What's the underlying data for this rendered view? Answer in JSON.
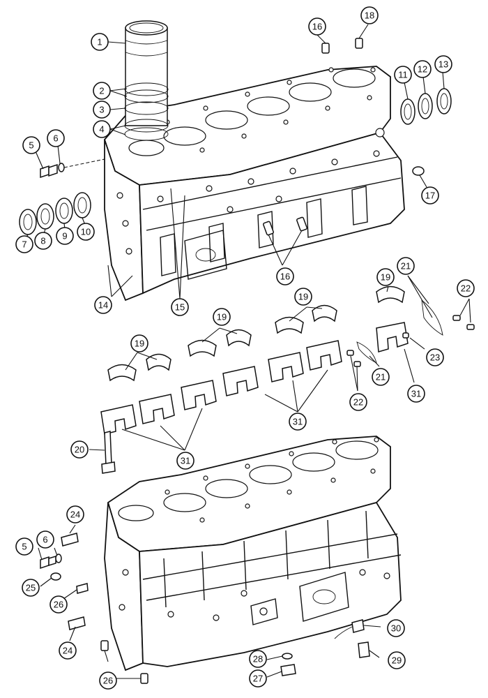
{
  "diagram": {
    "callouts": [
      {
        "id": "c1",
        "label": "1"
      },
      {
        "id": "c2",
        "label": "2"
      },
      {
        "id": "c3",
        "label": "3"
      },
      {
        "id": "c4",
        "label": "4"
      },
      {
        "id": "c5a",
        "label": "5"
      },
      {
        "id": "c6a",
        "label": "6"
      },
      {
        "id": "c7",
        "label": "7"
      },
      {
        "id": "c8",
        "label": "8"
      },
      {
        "id": "c9",
        "label": "9"
      },
      {
        "id": "c10",
        "label": "10"
      },
      {
        "id": "c11",
        "label": "11"
      },
      {
        "id": "c12",
        "label": "12"
      },
      {
        "id": "c13",
        "label": "13"
      },
      {
        "id": "c14",
        "label": "14"
      },
      {
        "id": "c15",
        "label": "15"
      },
      {
        "id": "c16a",
        "label": "16"
      },
      {
        "id": "c16b",
        "label": "16"
      },
      {
        "id": "c17",
        "label": "17"
      },
      {
        "id": "c18",
        "label": "18"
      },
      {
        "id": "c19a",
        "label": "19"
      },
      {
        "id": "c19b",
        "label": "19"
      },
      {
        "id": "c19c",
        "label": "19"
      },
      {
        "id": "c19d",
        "label": "19"
      },
      {
        "id": "c20",
        "label": "20"
      },
      {
        "id": "c21a",
        "label": "21"
      },
      {
        "id": "c21b",
        "label": "21"
      },
      {
        "id": "c22a",
        "label": "22"
      },
      {
        "id": "c22b",
        "label": "22"
      },
      {
        "id": "c23",
        "label": "23"
      },
      {
        "id": "c24a",
        "label": "24"
      },
      {
        "id": "c24b",
        "label": "24"
      },
      {
        "id": "c25",
        "label": "25"
      },
      {
        "id": "c26a",
        "label": "26"
      },
      {
        "id": "c26b",
        "label": "26"
      },
      {
        "id": "c27",
        "label": "27"
      },
      {
        "id": "c28",
        "label": "28"
      },
      {
        "id": "c29",
        "label": "29"
      },
      {
        "id": "c30",
        "label": "30"
      },
      {
        "id": "c31a",
        "label": "31"
      },
      {
        "id": "c31b",
        "label": "31"
      },
      {
        "id": "c31c",
        "label": "31"
      },
      {
        "id": "c5b",
        "label": "5"
      },
      {
        "id": "c6b",
        "label": "6"
      }
    ]
  }
}
